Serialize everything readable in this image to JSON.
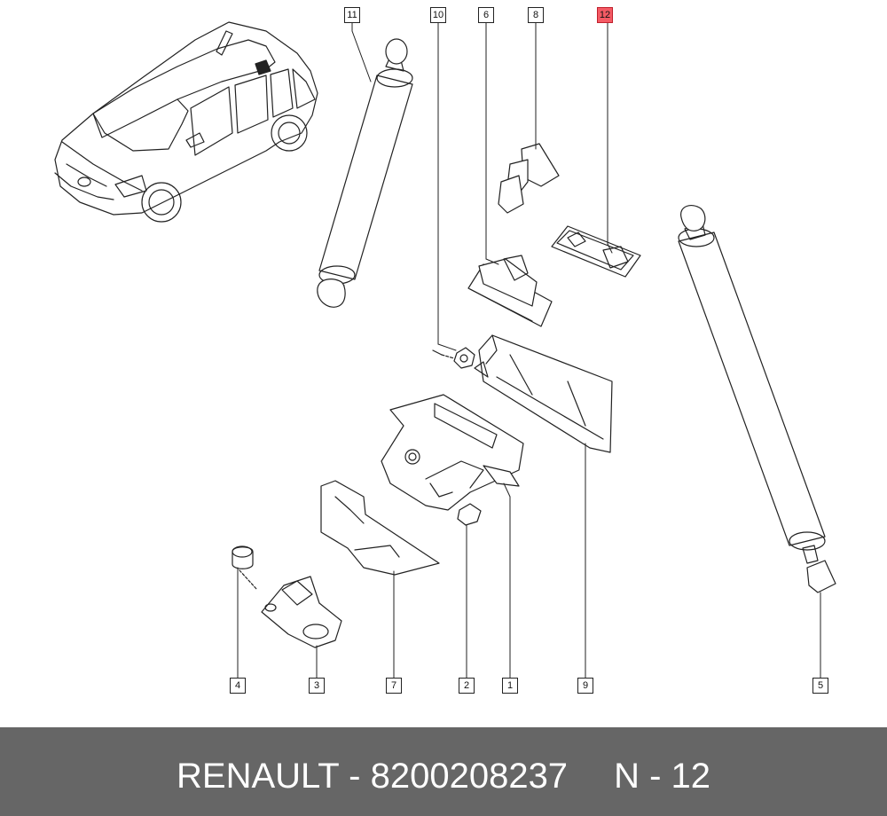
{
  "callouts": {
    "c11": "11",
    "c10": "10",
    "c6": "6",
    "c8": "8",
    "c12": "12",
    "c4": "4",
    "c3": "3",
    "c7": "7",
    "c2": "2",
    "c1": "1",
    "c9": "9",
    "c5": "5"
  },
  "highlighted_callout": "12",
  "highlight_color": "#f45a64",
  "footer": {
    "brand": "RENAULT",
    "separator": "-",
    "part_number": "8200208237",
    "position": "N - 12",
    "background": "#666666"
  }
}
